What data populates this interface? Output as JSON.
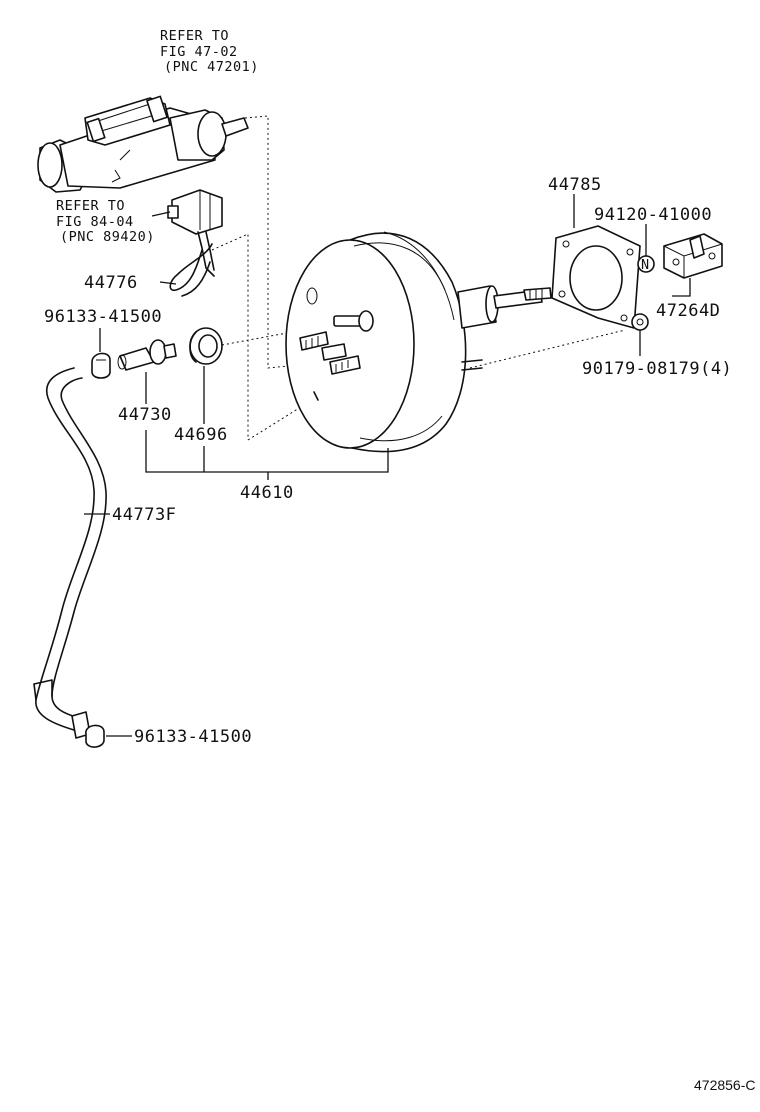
{
  "references": [
    {
      "line1": "REFER TO",
      "line2": "FIG 47-02",
      "line3": "(PNC 47201)"
    },
    {
      "line1": "REFER TO",
      "line2": "FIG 84-04",
      "line3": "(PNC 89420)"
    }
  ],
  "parts": {
    "p44785": "44785",
    "p94120": "94120-41000",
    "p47264D": "47264D",
    "p90179": "90179-08179(4)",
    "p44776": "44776",
    "p96133_top": "96133-41500",
    "p44730": "44730",
    "p44696": "44696",
    "p44610": "44610",
    "p44773F": "44773F",
    "p96133_bottom": "96133-41500"
  },
  "illustration_id": "472856-C"
}
